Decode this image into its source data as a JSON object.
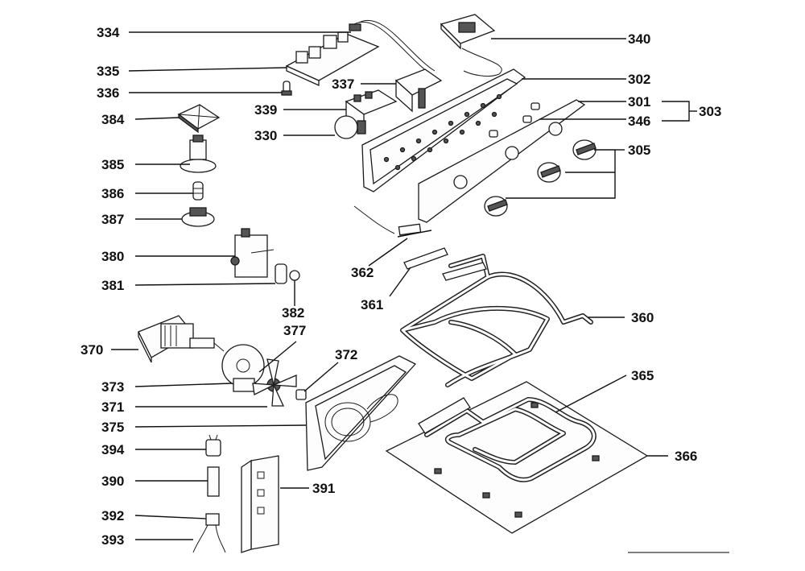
{
  "callouts": [
    {
      "id": "334",
      "text": "334"
    },
    {
      "id": "335",
      "text": "335"
    },
    {
      "id": "336",
      "text": "336"
    },
    {
      "id": "384",
      "text": "384"
    },
    {
      "id": "339",
      "text": "339"
    },
    {
      "id": "330",
      "text": "330"
    },
    {
      "id": "337",
      "text": "337"
    },
    {
      "id": "385",
      "text": "385"
    },
    {
      "id": "386",
      "text": "386"
    },
    {
      "id": "387",
      "text": "387"
    },
    {
      "id": "380",
      "text": "380"
    },
    {
      "id": "381",
      "text": "381"
    },
    {
      "id": "382",
      "text": "382"
    },
    {
      "id": "370",
      "text": "370"
    },
    {
      "id": "377",
      "text": "377"
    },
    {
      "id": "372",
      "text": "372"
    },
    {
      "id": "373",
      "text": "373"
    },
    {
      "id": "371",
      "text": "371"
    },
    {
      "id": "375",
      "text": "375"
    },
    {
      "id": "394",
      "text": "394"
    },
    {
      "id": "390",
      "text": "390"
    },
    {
      "id": "392",
      "text": "392"
    },
    {
      "id": "393",
      "text": "393"
    },
    {
      "id": "340",
      "text": "340"
    },
    {
      "id": "302",
      "text": "302"
    },
    {
      "id": "301",
      "text": "301"
    },
    {
      "id": "303",
      "text": "303"
    },
    {
      "id": "346",
      "text": "346"
    },
    {
      "id": "305",
      "text": "305"
    },
    {
      "id": "362",
      "text": "362"
    },
    {
      "id": "361",
      "text": "361"
    },
    {
      "id": "360",
      "text": "360"
    },
    {
      "id": "365",
      "text": "365"
    },
    {
      "id": "366",
      "text": "366"
    },
    {
      "id": "391",
      "text": "391"
    }
  ]
}
